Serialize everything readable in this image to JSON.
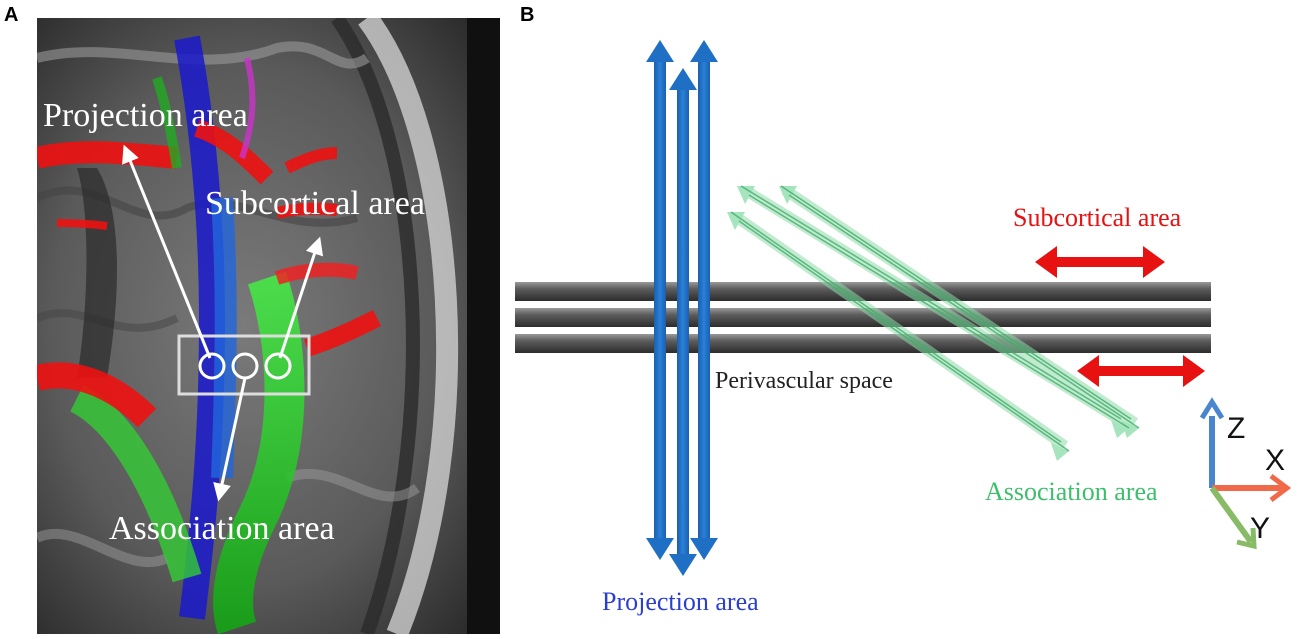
{
  "panel_a": {
    "letter": "A",
    "labels": {
      "projection": "Projection area",
      "subcortical": "Subcortical area",
      "association": "Association area"
    },
    "colors": {
      "projection_fibers": "#1a1acc",
      "association_fibers": "#22dd22",
      "subcortical_fibers": "#ee1111",
      "annotation": "#ffffff"
    }
  },
  "panel_b": {
    "letter": "B",
    "labels": {
      "subcortical": "Subcortical area",
      "perivascular": "Perivascular space",
      "association": "Association area",
      "projection": "Projection area"
    },
    "axes": {
      "z": "Z",
      "x": "X",
      "y": "Y"
    },
    "colors": {
      "projection": "#1f6fc4",
      "subcortical": "#e81111",
      "association": "#3bbf6a",
      "perivascular": "#555555",
      "axis_z": "#4a86d0",
      "axis_x": "#f06a4a",
      "axis_y": "#88bb66"
    }
  }
}
